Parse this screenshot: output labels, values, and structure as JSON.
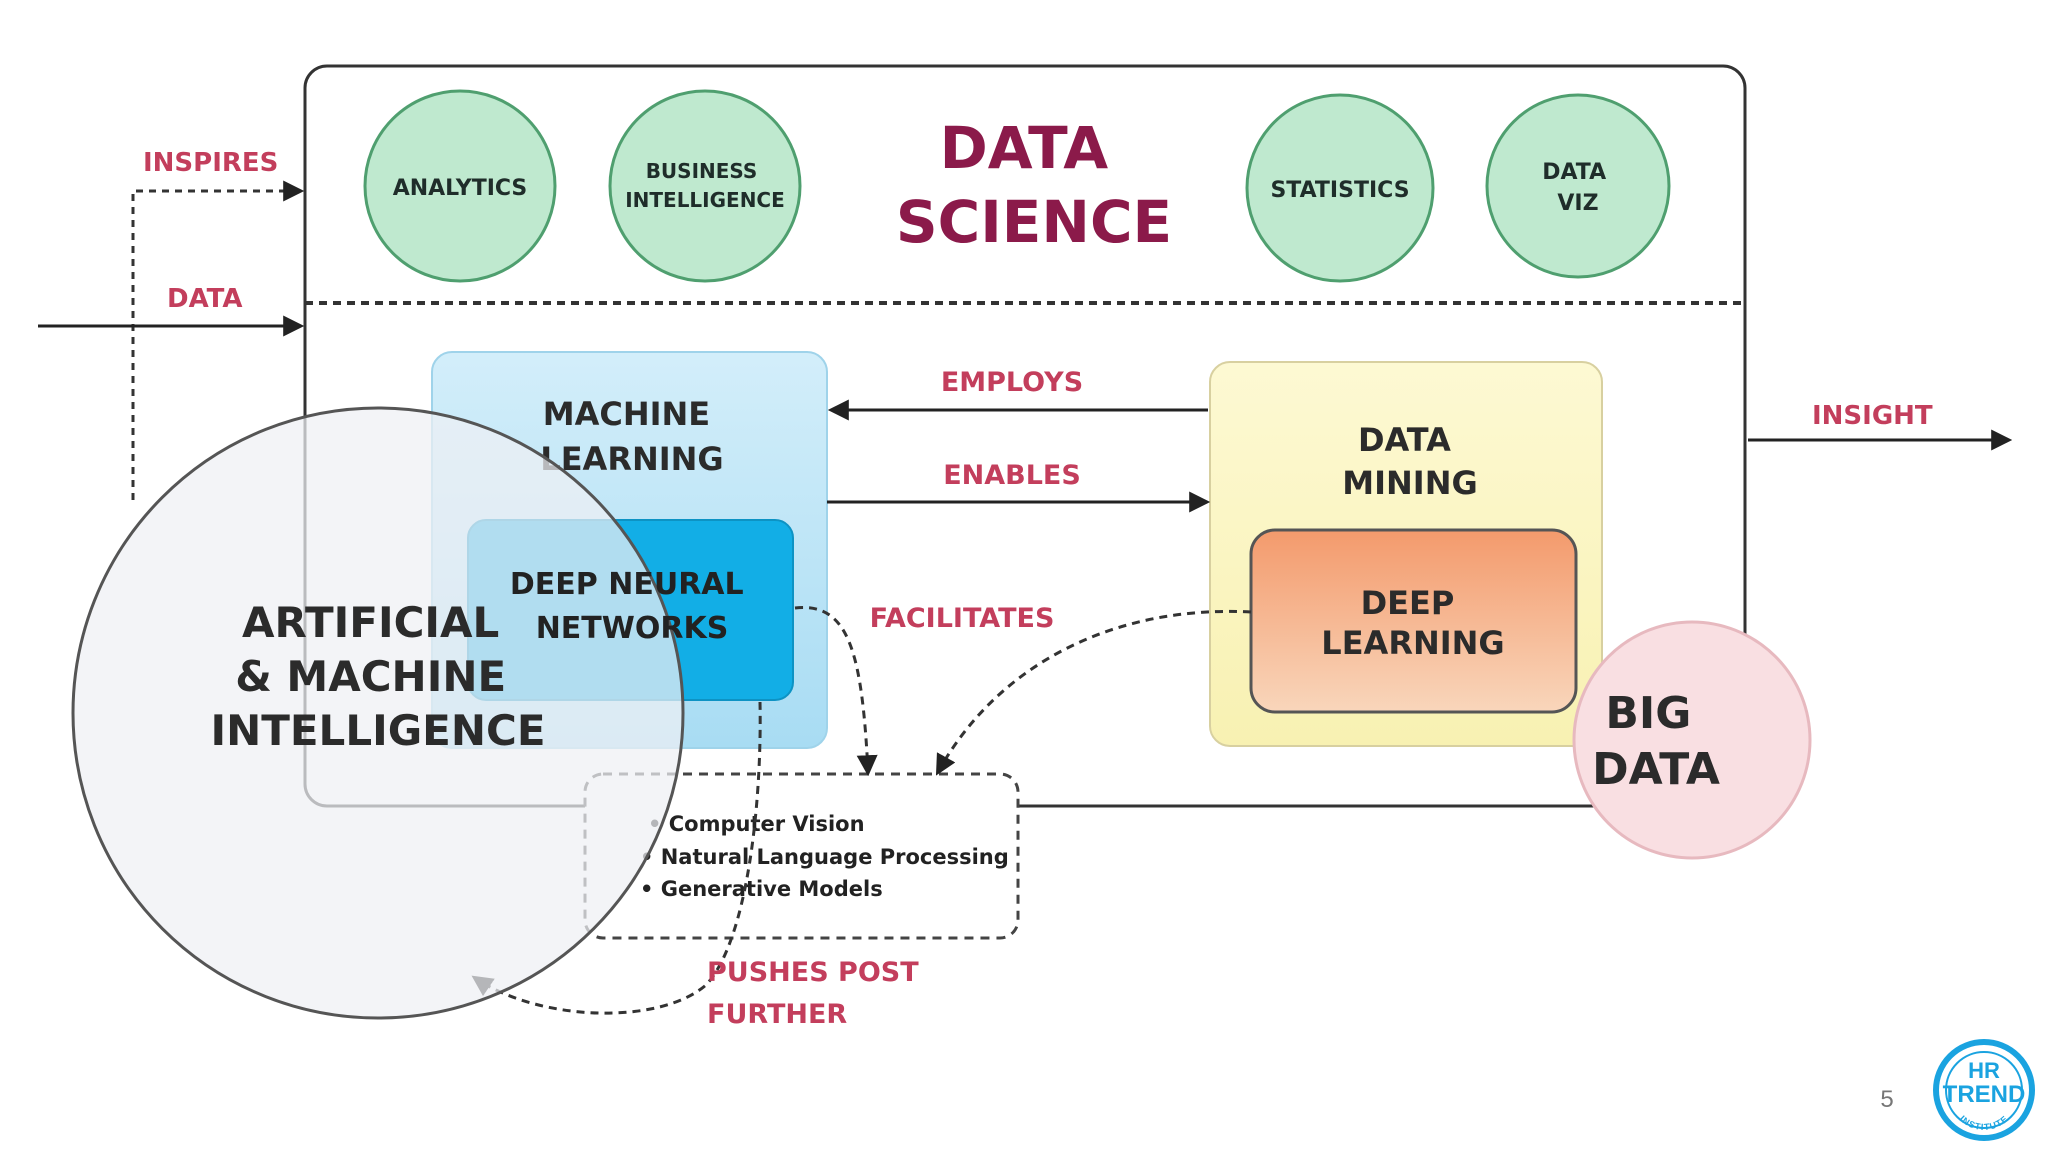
{
  "diagram": {
    "title_lines": [
      "DATA",
      "SCIENCE"
    ],
    "top_circles": [
      {
        "lines": [
          "ANALYTICS"
        ]
      },
      {
        "lines": [
          "BUSINESS",
          "INTELLIGENCE"
        ]
      },
      {
        "lines": [
          "STATISTICS"
        ]
      },
      {
        "lines": [
          "DATA",
          "VIZ"
        ]
      }
    ],
    "arrow_labels": {
      "inspires": "INSPIRES",
      "data": "DATA",
      "insight": "INSIGHT",
      "employs": "EMPLOYS",
      "enables": "ENABLES",
      "facilitates": "FACILITATES",
      "pushes_line1": "PUSHES POST",
      "pushes_line2": "FURTHER"
    },
    "machine_learning_lines": [
      "MACHINE",
      "LEARNING"
    ],
    "deep_neural_networks_lines": [
      "DEEP NEURAL",
      "NETWORKS"
    ],
    "data_mining_lines": [
      "DATA",
      "MINING"
    ],
    "deep_learning_lines": [
      "DEEP",
      "LEARNING"
    ],
    "ai_lines": [
      "ARTIFICIAL",
      "& MACHINE",
      "INTELLIGENCE"
    ],
    "big_data_lines": [
      "BIG",
      "DATA"
    ],
    "applications": [
      "Computer Vision",
      "Natural Language Processing",
      "Generative Models"
    ]
  },
  "page_number": "5",
  "logo": {
    "line1": "HR",
    "line2": "TREND",
    "ring_text": "INSTITUTE"
  },
  "colors": {
    "label_red": "#c33e5c",
    "title_maroon": "#8b1a4a",
    "circle_green_fill": "#bfe9cf",
    "circle_green_stroke": "#4f9f6f",
    "ml_fill": "#c4e8f8",
    "dnn_fill": "#12aee6",
    "mining_fill": "#fbf6c2",
    "deep_learning_fill": "#f2a878",
    "big_data_fill": "#f9dfe2",
    "ai_fill": "#eef0f4",
    "logo_blue": "#1aa3e0"
  }
}
